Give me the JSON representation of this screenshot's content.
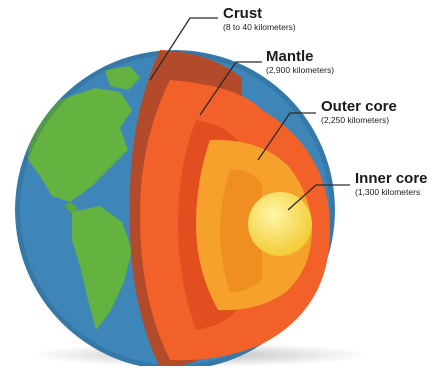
{
  "layers": [
    {
      "name": "Crust",
      "thickness": "(8 to 40 kilometers)",
      "color": "#b34a2a"
    },
    {
      "name": "Mantle",
      "thickness": "(2,900 kilometers)",
      "color": "#f2612a"
    },
    {
      "name": "Outer core",
      "thickness": "(2,250 kilometers)",
      "color": "#f6a12c"
    },
    {
      "name": "Inner core",
      "thickness": "(1,300 kilometers",
      "color": "#f7d542"
    }
  ],
  "colors": {
    "ocean": "#3f86b8",
    "land": "#64b240",
    "leader_line": "#2a2a2a"
  }
}
